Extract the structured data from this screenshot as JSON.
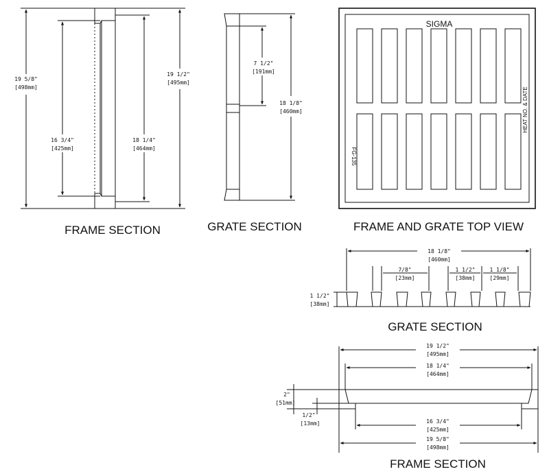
{
  "captions": {
    "frame_section_left": "FRAME SECTION",
    "grate_section_left": "GRATE SECTION",
    "top_view": "FRAME AND GRATE TOP VIEW",
    "grate_section_right": "GRATE SECTION",
    "frame_section_right": "FRAME SECTION"
  },
  "frame_left": {
    "d_outer": "19 5/8\"",
    "d_outer_mm": "[498mm]",
    "d_clear": "16 3/4\"",
    "d_clear_mm": "[425mm]",
    "d_inner": "18 1/4\"",
    "d_inner_mm": "[464mm]",
    "d_overall": "19 1/2\"",
    "d_overall_mm": "[495mm]"
  },
  "grate_left": {
    "d_half": "7 1/2\"",
    "d_half_mm": "[191mm]",
    "d_full": "18 1/8\"",
    "d_full_mm": "[460mm]"
  },
  "top_view": {
    "brand": "SIGMA",
    "heat_label": "HEAT NO. & DATE",
    "model": "FG-135"
  },
  "grate_right": {
    "d_width": "18 1/8\"",
    "d_width_mm": "[460mm]",
    "d_slot": "7/8\"",
    "d_slot_mm": "[23mm]",
    "d_pitch": "1 1/2\"",
    "d_pitch_mm": "[38mm]",
    "d_gap": "1 1/8\"",
    "d_gap_mm": "[29mm]",
    "d_height": "1 1/2\"",
    "d_height_mm": "[38mm]"
  },
  "frame_right": {
    "d_overall": "19 1/2\"",
    "d_overall_mm": "[495mm]",
    "d_inner": "18 1/4\"",
    "d_inner_mm": "[464mm]",
    "d_height": "2\"",
    "d_height_mm": "[51mm]",
    "d_lip": "1/2\"",
    "d_lip_mm": "[13mm]",
    "d_clear": "16 3/4\"",
    "d_clear_mm": "[425mm]",
    "d_outer": "19 5/8\"",
    "d_outer_mm": "[498mm]"
  }
}
